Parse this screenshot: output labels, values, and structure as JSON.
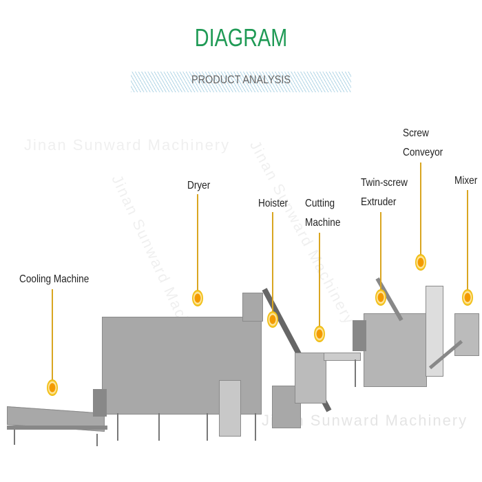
{
  "header": {
    "title": "DIAGRAM",
    "subtitle": "PRODUCT ANALYSIS"
  },
  "watermark": "Jinan Sunward Machinery",
  "colors": {
    "title": "#1f9a55",
    "marker": "#f39a00",
    "line": "#d9a520"
  },
  "labels": [
    {
      "id": "cooling",
      "lines": [
        "Cooling Machine"
      ]
    },
    {
      "id": "dryer",
      "lines": [
        "Dryer"
      ]
    },
    {
      "id": "hoister",
      "lines": [
        "Hoister"
      ]
    },
    {
      "id": "cutting",
      "lines": [
        "Cutting",
        "Machine"
      ]
    },
    {
      "id": "extruder",
      "lines": [
        "Twin-screw",
        "Extruder"
      ]
    },
    {
      "id": "conveyor",
      "lines": [
        "Screw",
        "Conveyor"
      ]
    },
    {
      "id": "mixer",
      "lines": [
        "Mixer"
      ]
    }
  ]
}
